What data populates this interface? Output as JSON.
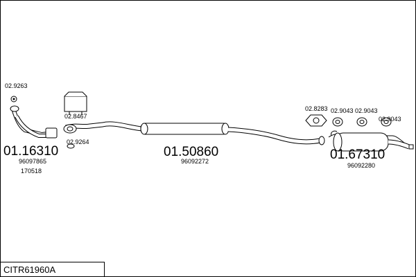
{
  "diagram": {
    "reference_code": "CITR61960A",
    "sections": [
      {
        "part_number": "01.16310",
        "oe_numbers": [
          "96097865",
          "170518"
        ]
      },
      {
        "part_number": "01.50860",
        "oe_numbers": [
          "96092272"
        ]
      },
      {
        "part_number": "01.67310",
        "oe_numbers": [
          "96092280"
        ]
      }
    ],
    "accessories": [
      {
        "code": "02.9263"
      },
      {
        "code": "02.8467"
      },
      {
        "code": "02.9264"
      },
      {
        "code": "02.8283"
      },
      {
        "code": "02.9043"
      },
      {
        "code": "02.9043"
      },
      {
        "code": "02.9043"
      }
    ]
  }
}
